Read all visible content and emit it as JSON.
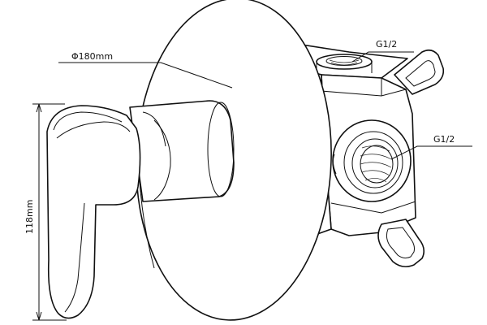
{
  "labels": {
    "diameter": "Φ180mm",
    "height": "118mm",
    "thread_top": "G1/2",
    "thread_side": "G1/2"
  },
  "colors": {
    "line": "#111111",
    "background": "#ffffff"
  }
}
